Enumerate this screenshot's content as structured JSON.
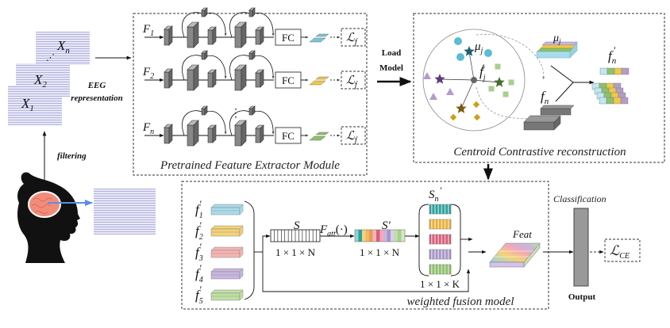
{
  "title": "EEG centroid contrastive reconstruction and weighted fusion framework",
  "input": {
    "eeg_labels": [
      "X_1",
      "X_2",
      "X_n"
    ],
    "eeg_main": "X",
    "eeg_subs": [
      "1",
      "2",
      "n"
    ],
    "ellipsis": "⋰",
    "filtering_label": "filtering",
    "representation_label_1": "EEG",
    "representation_label_2": "representation"
  },
  "extractor": {
    "caption": "Pretrained Feature Extractor Module",
    "branches": [
      {
        "input": "F",
        "sub": "1",
        "fc": "FC",
        "loss": "ℒ",
        "loss_sub": "f",
        "color": "#7fc4d8"
      },
      {
        "input": "F",
        "sub": "2",
        "fc": "FC",
        "loss": "ℒ",
        "loss_sub": "f",
        "color": "#f0c94a"
      },
      {
        "input": "F",
        "sub": "n",
        "fc": "FC",
        "loss": "ℒ",
        "loss_sub": "f",
        "color": "#8dc26a"
      }
    ],
    "vdots": "⋮"
  },
  "load_model": {
    "line1": "Load",
    "line2": "Model"
  },
  "centroid": {
    "caption": "Centroid Contrastive reconstruction",
    "mu_label": "μ",
    "mu_sub": "j",
    "f_label": "f",
    "f_sub": "j",
    "f_sup": "t",
    "mu_block_label": "μ",
    "mu_block_sub": "j",
    "fn_label": "f",
    "fn_sub": "n",
    "fn_prime_label": "f",
    "fn_prime_sub": "n",
    "fn_prime_sup": "′",
    "class_colors": [
      "#5bbcd6",
      "#b49cc8",
      "#c9a21a",
      "#a8cf8c"
    ],
    "star_colors": [
      "#1f5e73",
      "#5a3e7a",
      "#7a5a12",
      "#4e6b2f"
    ]
  },
  "fusion": {
    "caption": "weighted fusion model",
    "features": [
      {
        "label": "f",
        "sub": "1",
        "sup": "′",
        "color": "#a9dcea"
      },
      {
        "label": "f",
        "sub": "2",
        "sup": "′",
        "color": "#f4d277"
      },
      {
        "label": "f",
        "sub": "3",
        "sup": "′",
        "color": "#f7b3b3"
      },
      {
        "label": "f",
        "sub": "4",
        "sup": "′",
        "color": "#c7b6de"
      },
      {
        "label": "f",
        "sub": "5",
        "sup": "′",
        "color": "#bfe0a2"
      }
    ],
    "s_label": "S",
    "s_dim": "1 × 1 × N",
    "att_label": "F",
    "att_sub": "att",
    "att_arg": "(·)",
    "s_prime_label": "S′",
    "s_prime_dim": "1 × 1 × N",
    "sn_label": "S",
    "sn_sub": "n",
    "sn_sup": "′",
    "sn_dim": "1 × 1 × K",
    "sn_colors": [
      "#2aa39d",
      "#e7b23c",
      "#d65f7a",
      "#a796c9",
      "#8fbf6a"
    ],
    "feat_label": "Feat"
  },
  "classification": {
    "label": "Classification",
    "output_label": "Output",
    "loss": "ℒ",
    "loss_sub": "CE"
  }
}
